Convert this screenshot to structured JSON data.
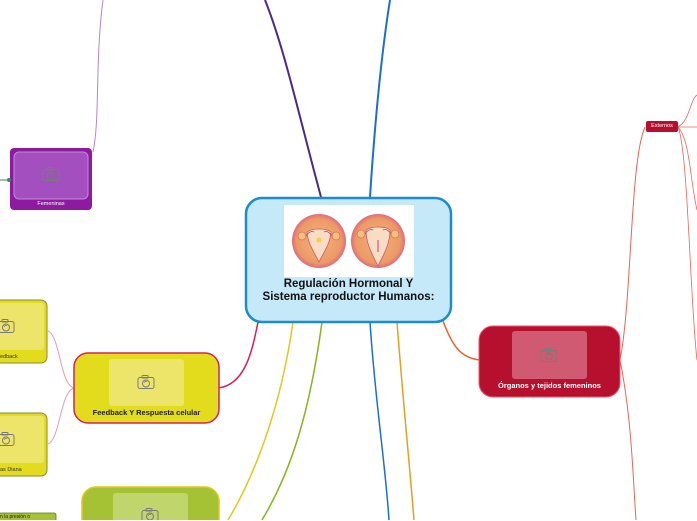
{
  "central": {
    "title": "Regulación Hormonal Y Sistema reproductor Humanos:",
    "fill": "#c6e9fa",
    "stroke": "#1a8cd0"
  },
  "branches": {
    "femeninas": {
      "label": "Femeninas",
      "fill": "#8e1aa0"
    },
    "organos": {
      "label": "Órganos y tejidos femeninos",
      "fill": "#b7102e"
    },
    "externos": {
      "label": "Externos",
      "fill": "#b7102e"
    },
    "feedback": {
      "label": "Feedback Y Respuesta celular",
      "fill": "#e2dc1c",
      "stroke": "#d81e5b"
    },
    "feedback_child_1": {
      "label": "edback"
    },
    "feedback_child_2": {
      "label": "as Diana"
    },
    "green_node": {
      "fill": "#a5c234"
    },
    "green_small": {
      "label": "n la presión o"
    }
  },
  "colors": {
    "connector_purple": "#4b2a8a",
    "connector_blue": "#1a6fd4",
    "connector_pink": "#d81e5b",
    "connector_orange": "#e8632a",
    "connector_yellow": "#e3c81c",
    "connector_green": "#86b51f",
    "connector_red": "#e4665a",
    "connector_light_purple": "#b886c9"
  },
  "icons": [
    "camera-icon",
    "uterus-illustration"
  ]
}
